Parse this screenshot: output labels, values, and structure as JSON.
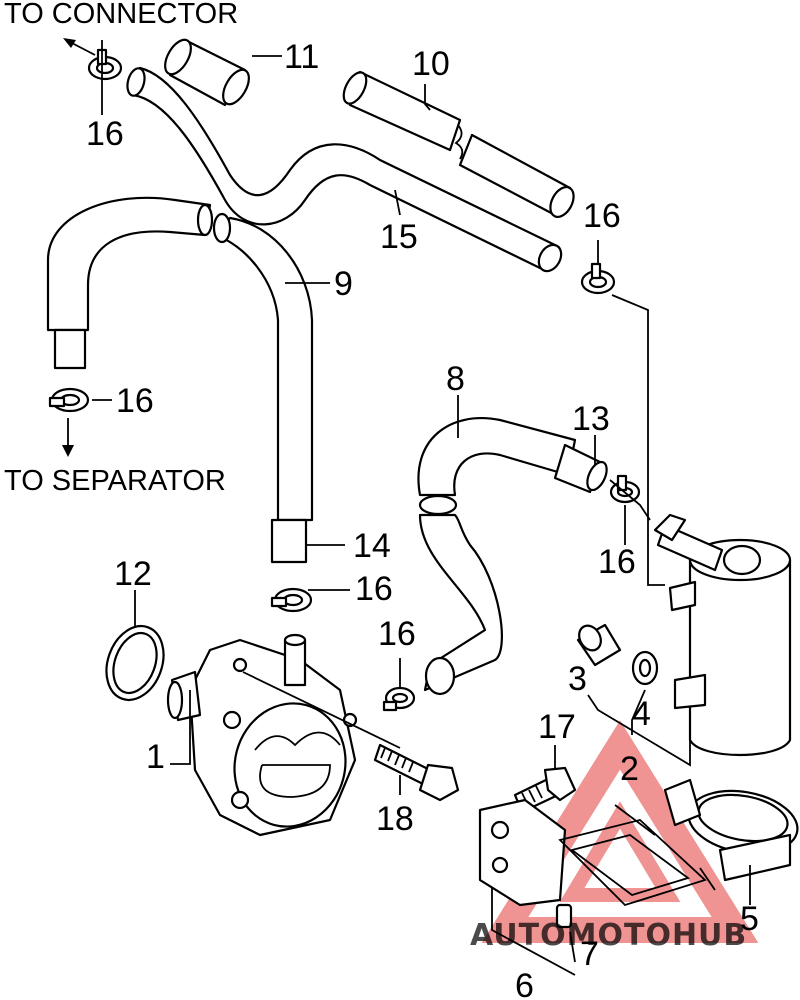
{
  "destinations": {
    "to_connector": "TO CONNECTOR",
    "to_separator": "TO SEPARATOR"
  },
  "callouts": {
    "c1": "1",
    "c2": "2",
    "c3": "3",
    "c4": "4",
    "c5": "5",
    "c6": "6",
    "c7": "7",
    "c8": "8",
    "c9": "9",
    "c10": "10",
    "c11": "11",
    "c12": "12",
    "c13": "13",
    "c14": "14",
    "c15": "15",
    "c17": "17",
    "c18": "18",
    "c16": "16"
  },
  "watermark": {
    "text": "AUTOMOTOHUB",
    "color_red": "#e23b3b",
    "color_orange": "#f3a43a",
    "color_gray": "#8a8a8a"
  },
  "colors": {
    "ink": "#000000",
    "paper": "#ffffff"
  }
}
